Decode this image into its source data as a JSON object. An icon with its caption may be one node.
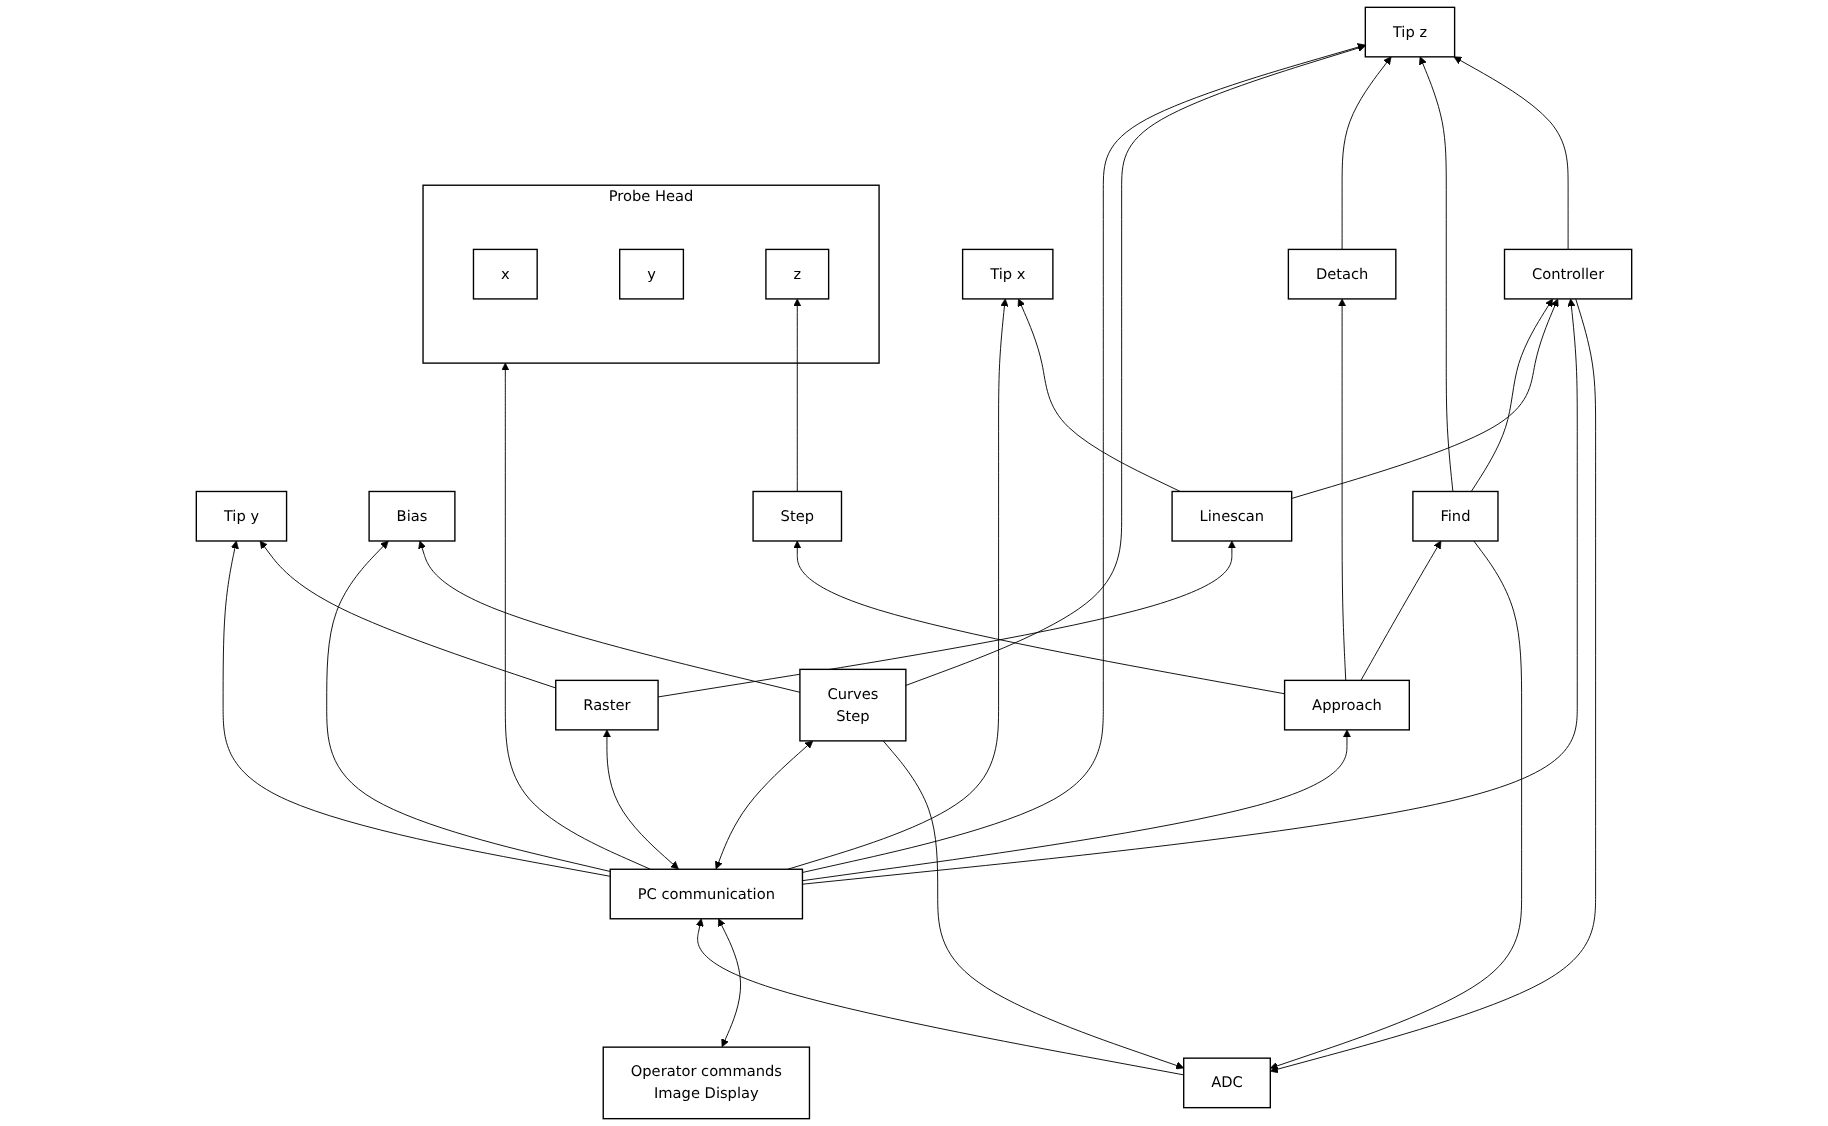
{
  "diagram": {
    "nodes": [
      {
        "text": [
          "Probe Head"
        ]
      },
      {
        "text": [
          "x"
        ],
        "in": 0
      },
      {
        "text": [
          "y"
        ],
        "in": 0
      },
      {
        "text": [
          "z"
        ],
        "in": 0
      },
      {
        "text": [
          "Tip z"
        ]
      },
      {
        "text": [
          "ADC"
        ]
      },
      {
        "text": [
          "Tip x"
        ]
      },
      {
        "text": [
          "Tip y"
        ]
      },
      {
        "text": [
          "Bias"
        ]
      },
      {
        "text": [
          "Step"
        ]
      },
      {
        "text": [
          "Detach"
        ]
      },
      {
        "text": [
          "Find"
        ]
      },
      {
        "text": [
          "Controller"
        ]
      },
      {
        "text": [
          "Curves",
          "Step"
        ]
      },
      {
        "text": [
          "Approach"
        ]
      },
      {
        "text": [
          "Linescan"
        ]
      },
      {
        "text": [
          "Raster"
        ]
      },
      {
        "text": [
          "PC communication"
        ]
      },
      {
        "text": [
          "Operator commands",
          "Image Display"
        ]
      }
    ],
    "edges": [
      {
        "from": 17,
        "to": 0,
        "arrow": "to"
      },
      {
        "from": 17,
        "to": 4,
        "arrow": "to"
      },
      {
        "from": 5,
        "to": 17,
        "arrow": "to"
      },
      {
        "from": 17,
        "to": 6,
        "arrow": "to"
      },
      {
        "from": 17,
        "to": 7,
        "arrow": "to"
      },
      {
        "from": 17,
        "to": 8,
        "arrow": "to"
      },
      {
        "from": 13,
        "to": 4,
        "arrow": "to"
      },
      {
        "from": 9,
        "to": 3,
        "arrow": "to"
      },
      {
        "from": 10,
        "to": 4,
        "arrow": "to"
      },
      {
        "from": 11,
        "to": 4,
        "arrow": "to"
      },
      {
        "from": 12,
        "to": 4,
        "arrow": "to"
      },
      {
        "from": 11,
        "to": 5,
        "arrow": "to"
      },
      {
        "from": 12,
        "to": 5,
        "arrow": "to"
      },
      {
        "from": 13,
        "to": 5,
        "arrow": "to"
      },
      {
        "from": 13,
        "to": 8,
        "arrow": "to"
      },
      {
        "from": 11,
        "to": 12,
        "arrow": "to"
      },
      {
        "from": 15,
        "to": 12,
        "arrow": "to"
      },
      {
        "from": 15,
        "to": 6,
        "arrow": "to"
      },
      {
        "from": 16,
        "to": 7,
        "arrow": "to"
      },
      {
        "from": 16,
        "to": 15,
        "arrow": "to"
      },
      {
        "from": 17,
        "to": 16,
        "arrow": "both"
      },
      {
        "from": 17,
        "to": 12,
        "arrow": "to"
      },
      {
        "from": 17,
        "to": 14,
        "arrow": "to"
      },
      {
        "from": 14,
        "to": 9,
        "arrow": "to"
      },
      {
        "from": 14,
        "to": 10,
        "arrow": "to"
      },
      {
        "from": 14,
        "to": 11,
        "arrow": "to"
      },
      {
        "from": 17,
        "to": 13,
        "arrow": "both"
      },
      {
        "from": 18,
        "to": 17,
        "arrow": "both"
      }
    ]
  }
}
